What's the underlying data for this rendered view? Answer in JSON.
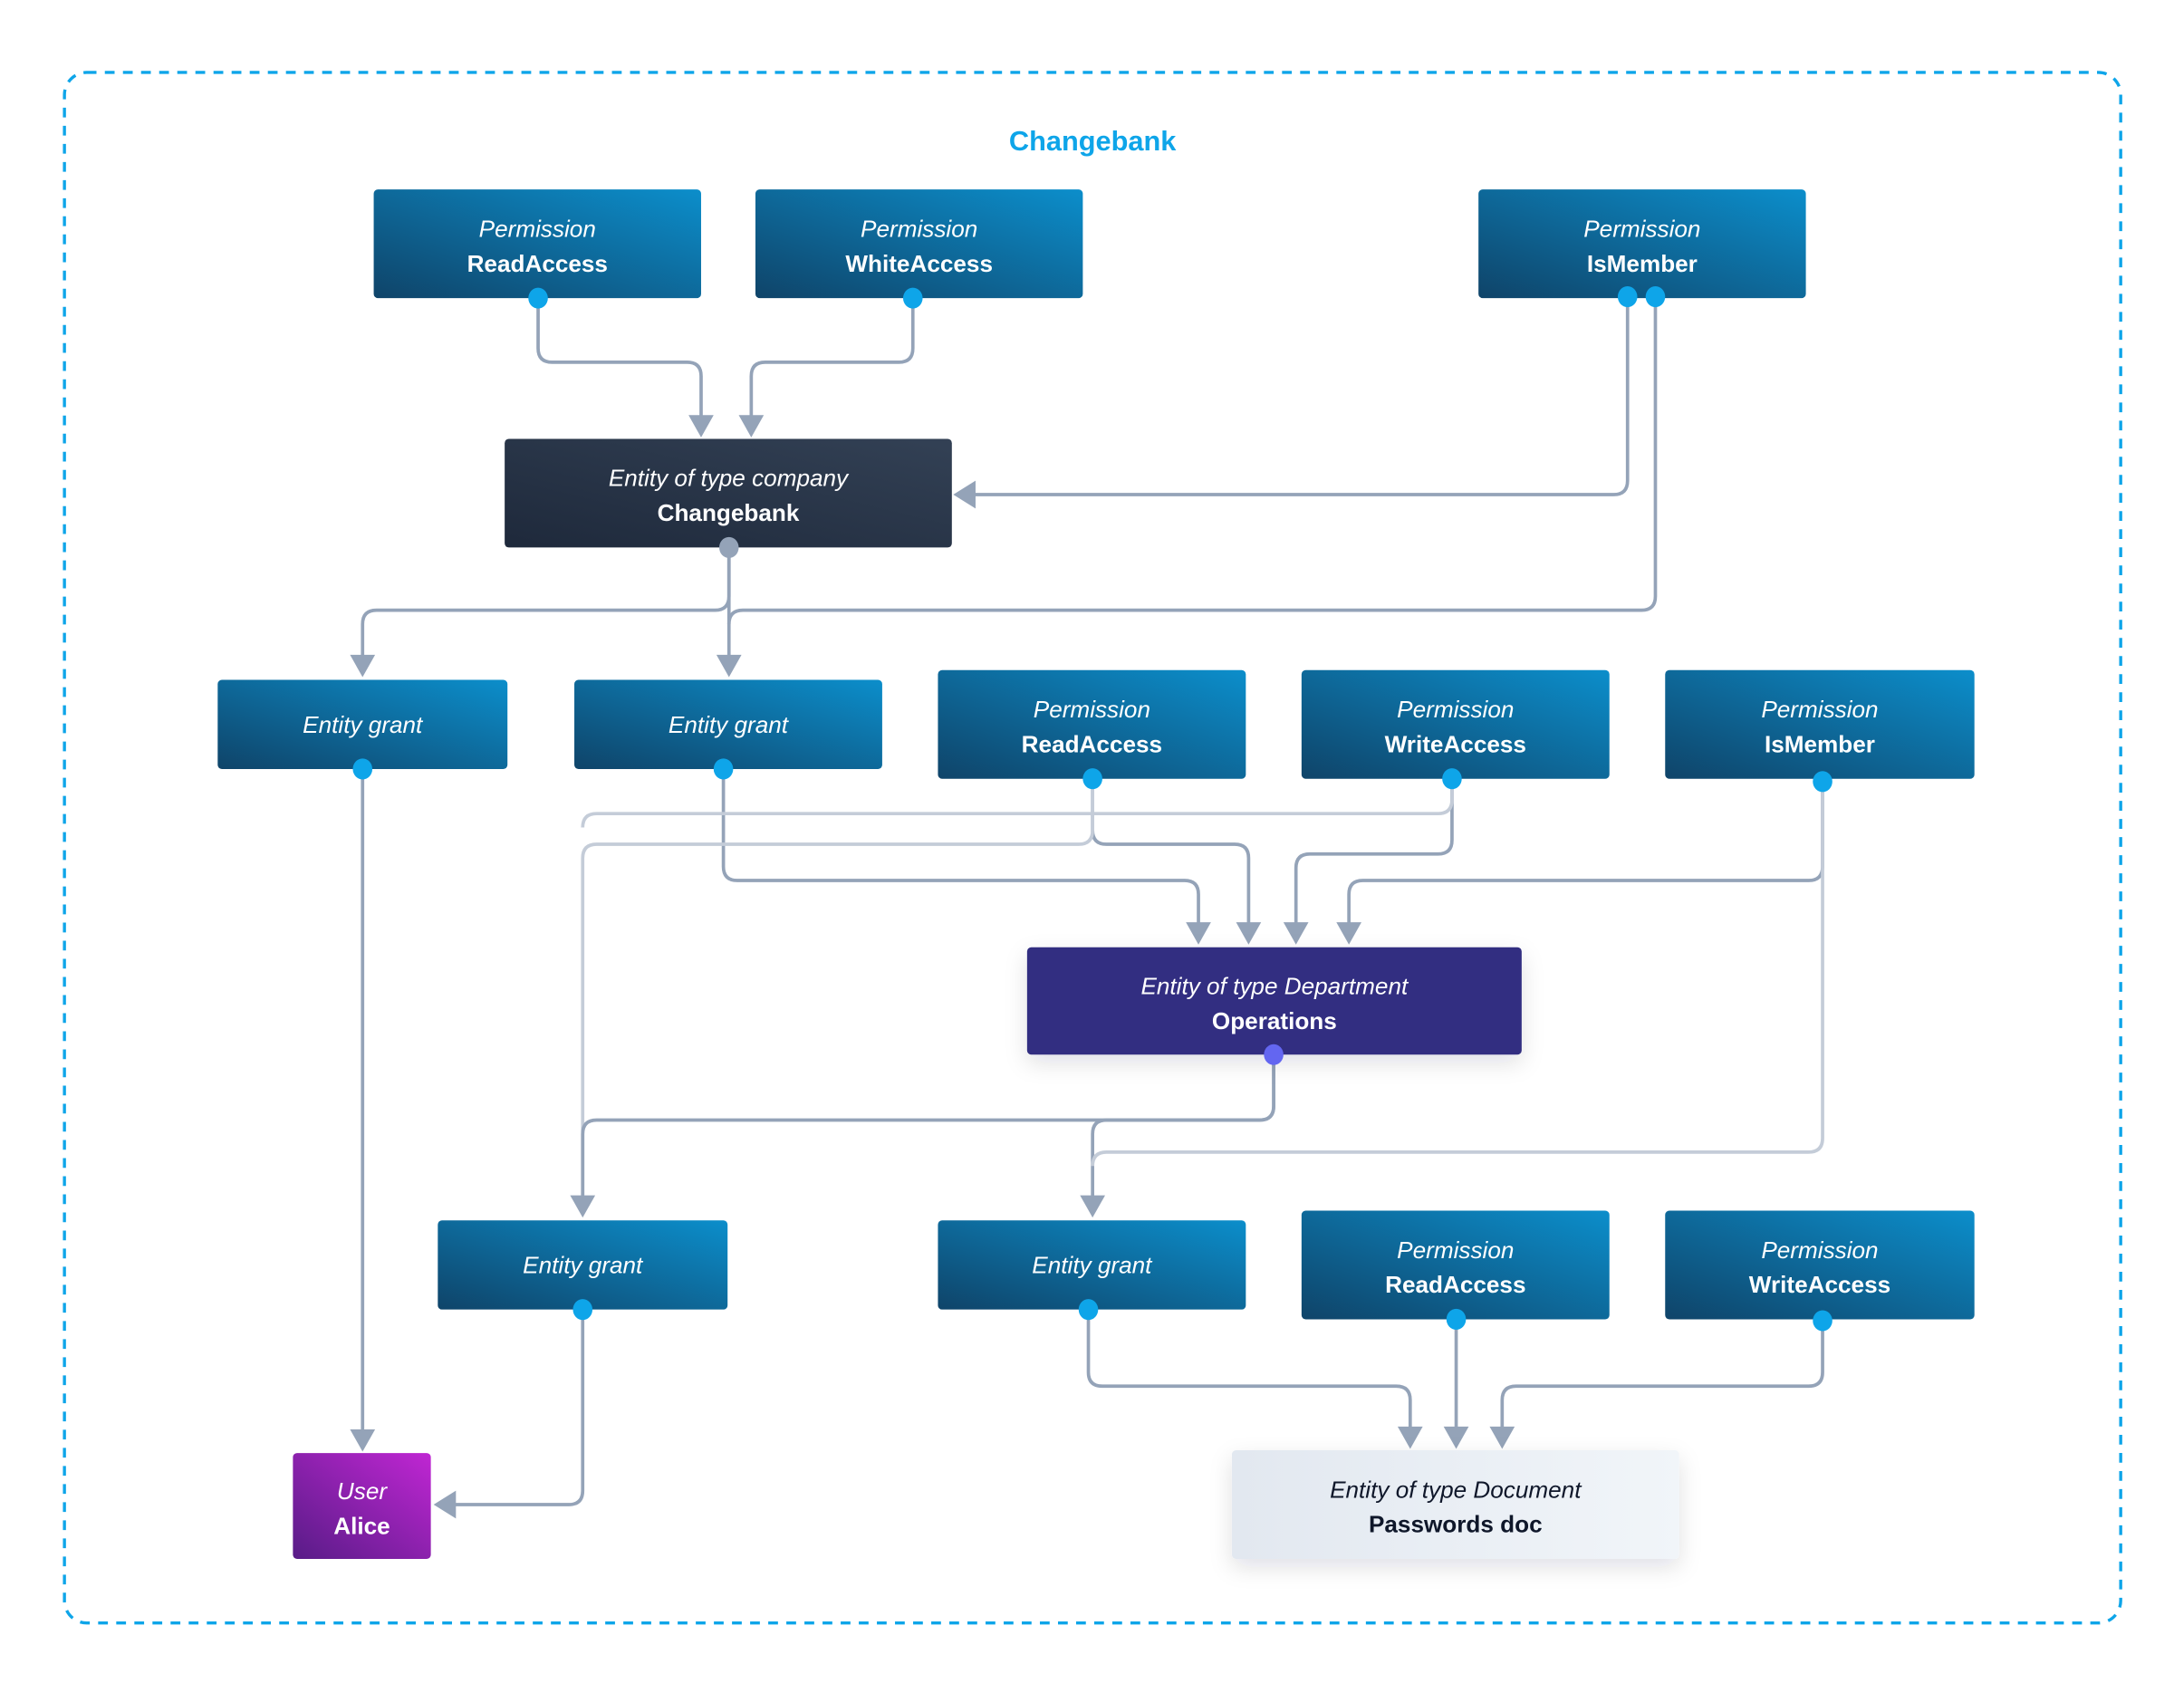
{
  "frame": {
    "title": "Changebank",
    "border_color": "#0ea5e9"
  },
  "colors": {
    "permission": [
      "#0f4469",
      "#0c8ecb"
    ],
    "company": [
      "#1e293b",
      "#334155"
    ],
    "department": "#312e81",
    "user": [
      "#581c87",
      "#c026d3"
    ],
    "document": [
      "#e2e8f0",
      "#f1f5f9"
    ],
    "handle": "#0ea5e9",
    "handle_company": "#94a3b8",
    "handle_department": "#6366f1",
    "edge": "#94a3b8",
    "edge_light": "#c4ccd8"
  },
  "nodes": [
    {
      "id": "perm-read-top",
      "kind": "permission",
      "type": "Permission",
      "name": "ReadAccess"
    },
    {
      "id": "perm-white-top",
      "kind": "permission",
      "type": "Permission",
      "name": "WhiteAccess"
    },
    {
      "id": "perm-ismember-top",
      "kind": "permission",
      "type": "Permission",
      "name": "IsMember"
    },
    {
      "id": "company",
      "kind": "company",
      "type": "Entity of type company",
      "name": "Changebank"
    },
    {
      "id": "grant-1",
      "kind": "grant",
      "type": "Entity grant",
      "name": ""
    },
    {
      "id": "grant-2",
      "kind": "grant",
      "type": "Entity grant",
      "name": ""
    },
    {
      "id": "perm-read-mid",
      "kind": "permission",
      "type": "Permission",
      "name": "ReadAccess"
    },
    {
      "id": "perm-write-mid",
      "kind": "permission",
      "type": "Permission",
      "name": "WriteAccess"
    },
    {
      "id": "perm-ismember-mid",
      "kind": "permission",
      "type": "Permission",
      "name": "IsMember"
    },
    {
      "id": "department",
      "kind": "department",
      "type": "Entity of type Department",
      "name": "Operations"
    },
    {
      "id": "grant-3",
      "kind": "grant",
      "type": "Entity grant",
      "name": ""
    },
    {
      "id": "grant-4",
      "kind": "grant",
      "type": "Entity grant",
      "name": ""
    },
    {
      "id": "perm-read-bot",
      "kind": "permission",
      "type": "Permission",
      "name": "ReadAccess"
    },
    {
      "id": "perm-write-bot",
      "kind": "permission",
      "type": "Permission",
      "name": "WriteAccess"
    },
    {
      "id": "user-alice",
      "kind": "user",
      "type": "User",
      "name": "Alice"
    },
    {
      "id": "document",
      "kind": "document",
      "type": "Entity of type Document",
      "name": "Passwords doc"
    }
  ],
  "edges": [
    {
      "from": "perm-read-top",
      "to": "company"
    },
    {
      "from": "perm-white-top",
      "to": "company"
    },
    {
      "from": "perm-ismember-top",
      "to": "company"
    },
    {
      "from": "company",
      "to": "grant-1"
    },
    {
      "from": "company",
      "to": "grant-2"
    },
    {
      "from": "perm-ismember-top",
      "to": "grant-2"
    },
    {
      "from": "grant-2",
      "to": "department"
    },
    {
      "from": "perm-read-mid",
      "to": "department"
    },
    {
      "from": "perm-write-mid",
      "to": "department"
    },
    {
      "from": "perm-ismember-mid",
      "to": "department"
    },
    {
      "from": "perm-read-mid",
      "to": "grant-3"
    },
    {
      "from": "perm-write-mid",
      "to": "grant-3"
    },
    {
      "from": "department",
      "to": "grant-3"
    },
    {
      "from": "department",
      "to": "grant-4"
    },
    {
      "from": "perm-ismember-mid",
      "to": "grant-4"
    },
    {
      "from": "grant-1",
      "to": "user-alice"
    },
    {
      "from": "grant-3",
      "to": "user-alice"
    },
    {
      "from": "grant-4",
      "to": "document"
    },
    {
      "from": "perm-read-bot",
      "to": "document"
    },
    {
      "from": "perm-write-bot",
      "to": "document"
    }
  ]
}
